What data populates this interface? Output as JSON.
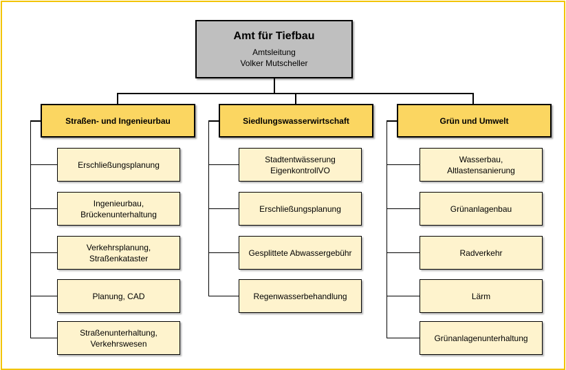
{
  "root": {
    "title": "Amt für Tiefbau",
    "subtitle_line1": "Amtsleitung",
    "subtitle_line2": "Volker Mutscheller"
  },
  "departments": [
    {
      "name": "Straßen- und Ingenieurbau",
      "units": [
        {
          "line1": "Erschließungsplanung",
          "line2": ""
        },
        {
          "line1": "Ingenieurbau,",
          "line2": "Brückenunterhaltung"
        },
        {
          "line1": "Verkehrsplanung,",
          "line2": "Straßenkataster"
        },
        {
          "line1": "Planung, CAD",
          "line2": ""
        },
        {
          "line1": "Straßenunterhaltung,",
          "line2": "Verkehrswesen"
        }
      ]
    },
    {
      "name": "Siedlungswasserwirtschaft",
      "units": [
        {
          "line1": "Stadtentwässerung",
          "line2": "EigenkontrollVO"
        },
        {
          "line1": "Erschließungsplanung",
          "line2": ""
        },
        {
          "line1": "Gesplittete Abwassergebühr",
          "line2": ""
        },
        {
          "line1": "Regenwasserbehandlung",
          "line2": ""
        }
      ]
    },
    {
      "name": "Grün und Umwelt",
      "units": [
        {
          "line1": "Wasserbau,",
          "line2": "Altlastensanierung"
        },
        {
          "line1": "Grünanlagenbau",
          "line2": ""
        },
        {
          "line1": "Radverkehr",
          "line2": ""
        },
        {
          "line1": "Lärm",
          "line2": ""
        },
        {
          "line1": "Grünanlagenunterhaltung",
          "line2": ""
        }
      ]
    }
  ],
  "colors": {
    "frame": "#f2c400",
    "root_fill": "#bfbfbf",
    "department_fill": "#fbd661",
    "unit_fill": "#fef3cd",
    "connector": "#000000"
  }
}
